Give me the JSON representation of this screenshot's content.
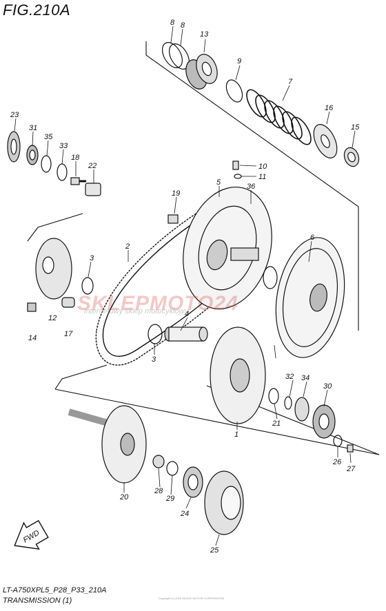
{
  "figure": {
    "title": "FIG.210A",
    "model_code": "LT-A750XPL5_P28_P33_210A",
    "section_name": "TRANSMISSION (1)"
  },
  "watermark": {
    "brand": "SKLEPMOTO24",
    "tagline": "internetowy sklep motocyklowy"
  },
  "copyright_note": "Copyright (c) 2015 SUZUKI MOTOR CORPORATION",
  "fwd_arrow": {
    "label": "FWD"
  },
  "callouts": [
    "8",
    "8",
    "13",
    "9",
    "7",
    "16",
    "15",
    "23",
    "31",
    "35",
    "33",
    "18",
    "22",
    "10",
    "11",
    "5",
    "36",
    "19",
    "6",
    "2",
    "3",
    "14",
    "12",
    "17",
    "4",
    "3",
    "32",
    "34",
    "30",
    "21",
    "1",
    "20",
    "28",
    "29",
    "24",
    "26",
    "27",
    "25"
  ]
}
